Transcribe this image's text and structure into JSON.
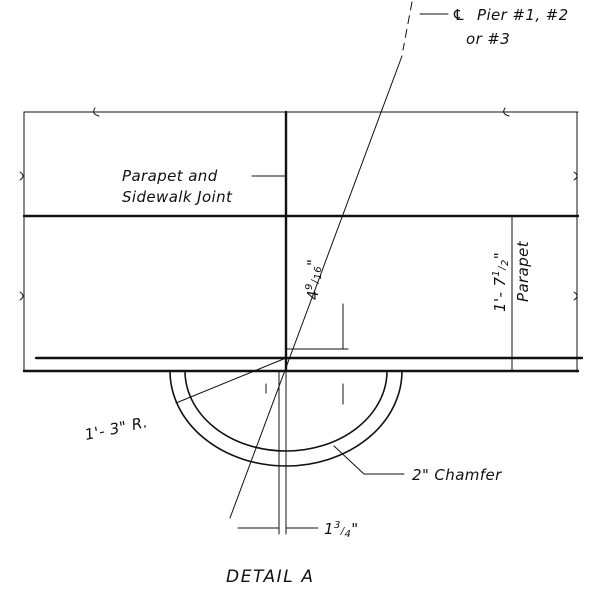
{
  "labels": {
    "pier_cl_symbol": "℄",
    "pier_line1": "Pier #1, #2",
    "pier_line2": "or #3",
    "joint_line1": "Parapet and",
    "joint_line2": "Sidewalk Joint",
    "parapet_dim_whole": "1'- 7",
    "parapet_dim_num": "1",
    "parapet_dim_den": "2",
    "parapet_dim_tail": "\"",
    "parapet_word": "Parapet",
    "offset_dim_whole": "4",
    "offset_dim_num": "9",
    "offset_dim_den": "16",
    "offset_dim_tail": "\"",
    "radius_label": "1'- 3\" R.",
    "chamfer_label": "2\" Chamfer",
    "bottom_dim_whole": "1",
    "bottom_dim_num": "3",
    "bottom_dim_den": "4",
    "bottom_dim_tail": "\"",
    "detail_title": "DETAIL A"
  }
}
